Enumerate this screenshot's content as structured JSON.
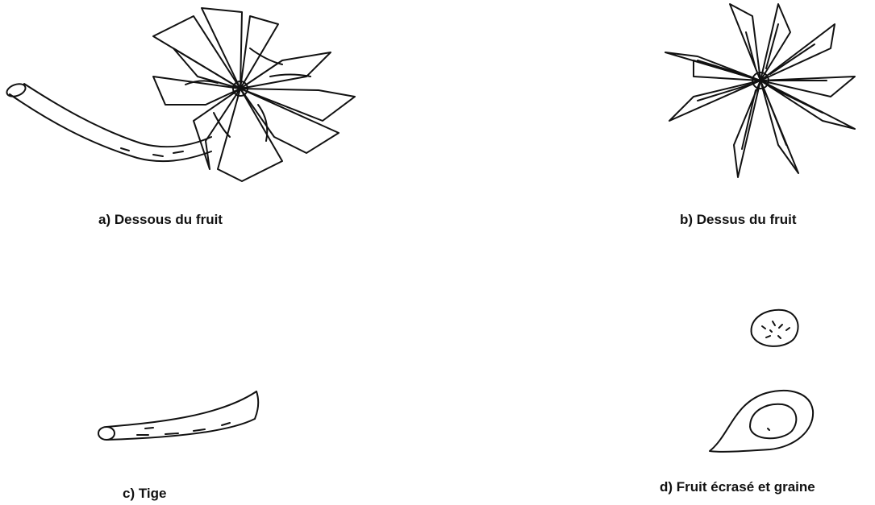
{
  "panels": [
    {
      "id": "a",
      "label": "a)  Dessous du fruit"
    },
    {
      "id": "b",
      "label": "b)  Dessus du fruit"
    },
    {
      "id": "c",
      "label": "c)  Tige"
    },
    {
      "id": "d",
      "label": "d)  Fruit écrasé et graine"
    }
  ]
}
